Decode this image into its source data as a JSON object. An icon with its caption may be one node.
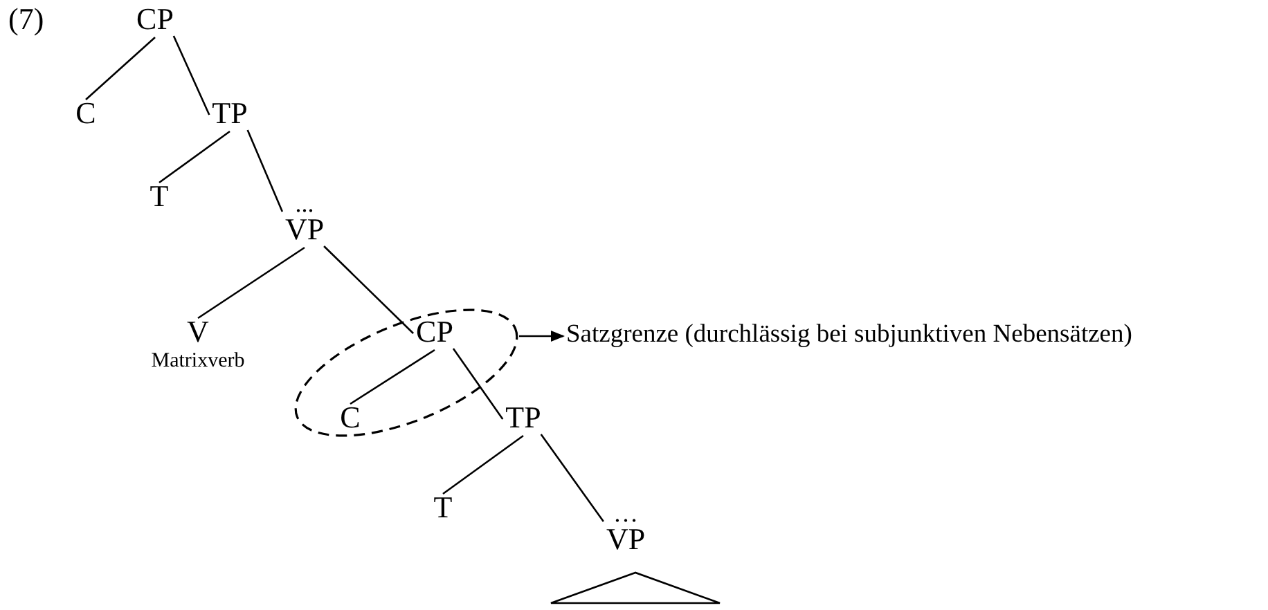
{
  "diagram": {
    "nodes": [
      {
        "text": [
          "CP"
        ]
      },
      {
        "text": [
          "C"
        ]
      },
      {
        "text": [
          "TP"
        ]
      },
      {
        "text": [
          "T"
        ]
      },
      {
        "text": [
          "...",
          "VP"
        ]
      },
      {
        "text": [
          "V"
        ],
        "beside": [
          "Matrixverb"
        ]
      },
      {
        "text": [],
        "shape": "ellipse"
      },
      {
        "text": [
          "CP"
        ],
        "in": 6
      },
      {
        "text": [
          "C"
        ],
        "in": 6
      },
      {
        "text": [
          "TP"
        ]
      },
      {
        "text": [
          "T"
        ]
      },
      {
        "text": [
          "…",
          "VP"
        ]
      },
      {
        "text": [],
        "shape": "triangle"
      },
      {
        "text": [
          "Satzgrenze (durchlässig bei subjunktiven Nebensätzen)"
        ]
      }
    ],
    "edges": [
      {
        "from": 0,
        "to": 1,
        "arrow": "none"
      },
      {
        "from": 0,
        "to": 2,
        "arrow": "none"
      },
      {
        "from": 2,
        "to": 3,
        "arrow": "none"
      },
      {
        "from": 2,
        "to": 4,
        "arrow": "none"
      },
      {
        "from": 4,
        "to": 5,
        "arrow": "none"
      },
      {
        "from": 4,
        "to": 7,
        "arrow": "none"
      },
      {
        "from": 7,
        "to": 8,
        "arrow": "none"
      },
      {
        "from": 7,
        "to": 9,
        "arrow": "none"
      },
      {
        "from": 9,
        "to": 10,
        "arrow": "none"
      },
      {
        "from": 9,
        "to": 11,
        "arrow": "none"
      },
      {
        "from": 6,
        "to": 13,
        "arrow": "to"
      }
    ],
    "labels": [
      "(7)"
    ]
  }
}
